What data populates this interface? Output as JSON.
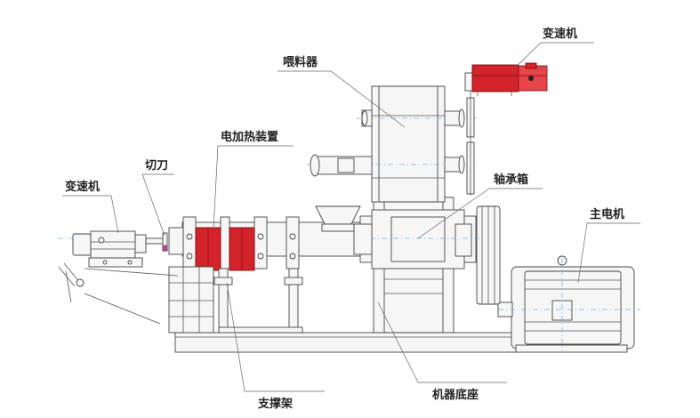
{
  "diagram": {
    "labels": {
      "reducer_top": "变速机",
      "feeder": "喂料器",
      "heater": "电加热装置",
      "cutter": "切刀",
      "reducer_left": "变速机",
      "bearing_box": "轴承箱",
      "main_motor": "主电机",
      "support_frame": "支撑架",
      "machine_base": "机器底座"
    },
    "colors": {
      "accent_red": "#d3232b",
      "centerline_blue": "#66b8e8",
      "outline": "#444444"
    }
  }
}
